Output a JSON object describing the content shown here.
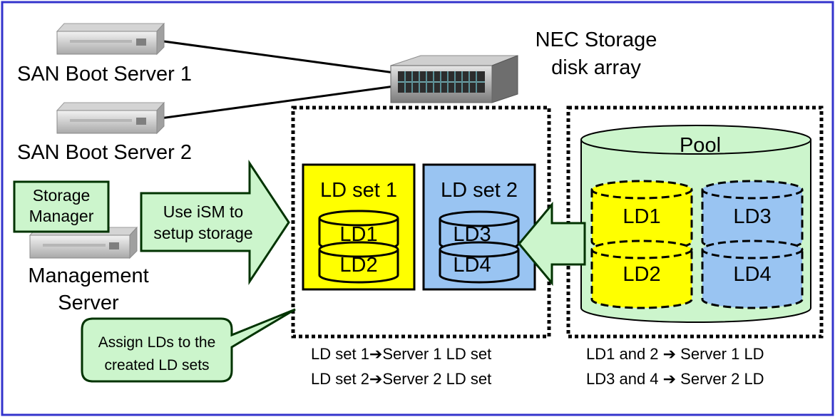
{
  "servers": {
    "san1_label": "SAN Boot Server 1",
    "san2_label": "SAN Boot Server 2",
    "mgmt_label_line1": "Management",
    "mgmt_label_line2": "Server"
  },
  "storage_manager": {
    "line1": "Storage",
    "line2": "Manager"
  },
  "disk_array": {
    "line1": "NEC Storage",
    "line2": "disk array"
  },
  "ism_arrow": {
    "line1": "Use iSM to",
    "line2": "setup storage"
  },
  "callout": {
    "line1": "Assign LDs to the",
    "line2": "created LD sets"
  },
  "ld_sets": [
    {
      "title": "LD set 1",
      "disks": [
        "LD1",
        "LD2"
      ],
      "color": "#ffff00"
    },
    {
      "title": "LD set 2",
      "disks": [
        "LD3",
        "LD4"
      ],
      "color": "#99c4f2"
    }
  ],
  "pool": {
    "title": "Pool",
    "color": "#ccf5cc",
    "disks": [
      "LD1",
      "LD3",
      "LD2",
      "LD4"
    ]
  },
  "mapping_ldset": [
    "LD set 1➔Server 1 LD set",
    "LD set 2➔Server 2 LD set"
  ],
  "mapping_pool": [
    "LD1 and 2 ➔ Server 1 LD",
    "LD3 and 4 ➔ Server 2 LD"
  ],
  "colors": {
    "frame": "#3333cc",
    "green": "#ccf5cc",
    "yellow": "#ffff00",
    "blue": "#99c4f2",
    "dark_green": "#003300"
  }
}
